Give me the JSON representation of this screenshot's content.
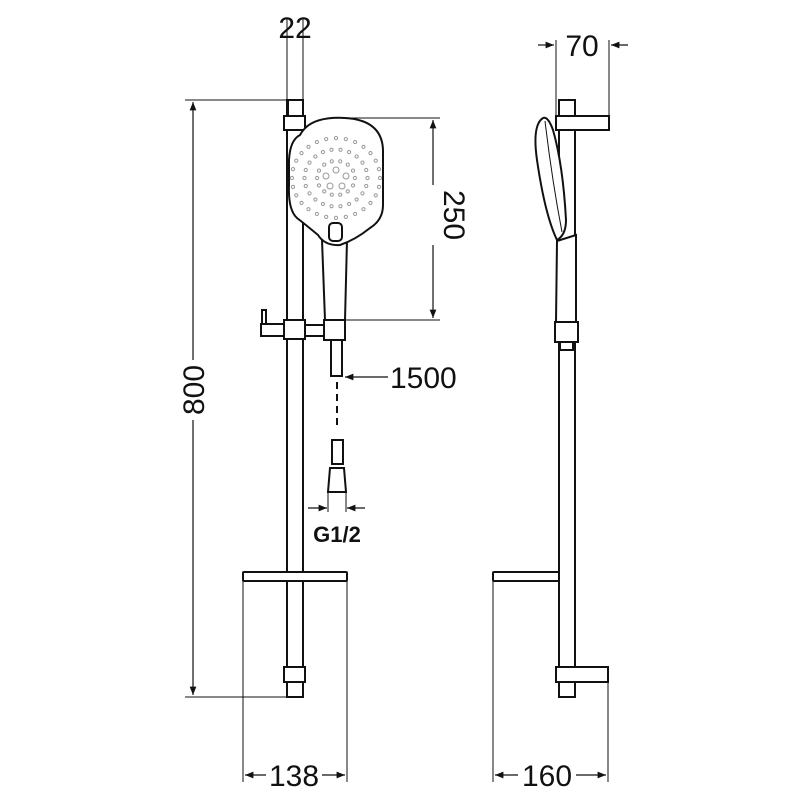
{
  "drawing": {
    "dimensions": {
      "rail_diameter": "22",
      "total_height": "800",
      "head_length": "250",
      "hose_length": "1500",
      "thread": "G1/2",
      "shelf_width": "138",
      "side_depth": "70",
      "shelf_depth": "160"
    },
    "colors": {
      "line": "#111111",
      "background": "#ffffff"
    }
  }
}
